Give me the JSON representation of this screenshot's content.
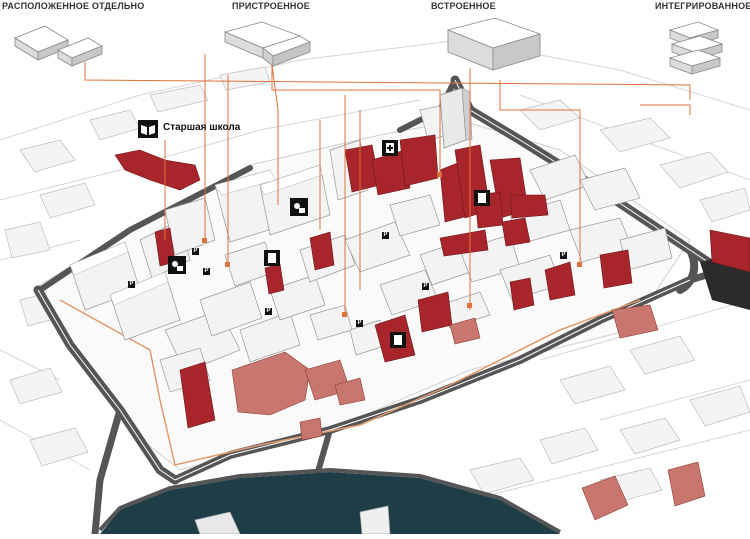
{
  "categories": [
    {
      "label": "РАСПОЛОЖЕННОЕ ОТДЕЛЬНО"
    },
    {
      "label": "ПРИСТРОЕННОЕ"
    },
    {
      "label": "ВСТРОЕННОЕ"
    },
    {
      "label": "ИНТЕГРИРОВАННОЕ"
    }
  ],
  "poi": {
    "school_label": "Старшая школа"
  },
  "parking_symbol": "P",
  "colors": {
    "accent_building": "#a8262b",
    "pink_building": "#c9766e",
    "road": "#5a5a5a",
    "water": "#1f3d47",
    "leader_line": "#e0713a",
    "building": "#f2f2f2",
    "ground": "#ffffff"
  },
  "icons": [
    "book-icon",
    "parking-icon",
    "hospital-icon",
    "sport-icon"
  ]
}
